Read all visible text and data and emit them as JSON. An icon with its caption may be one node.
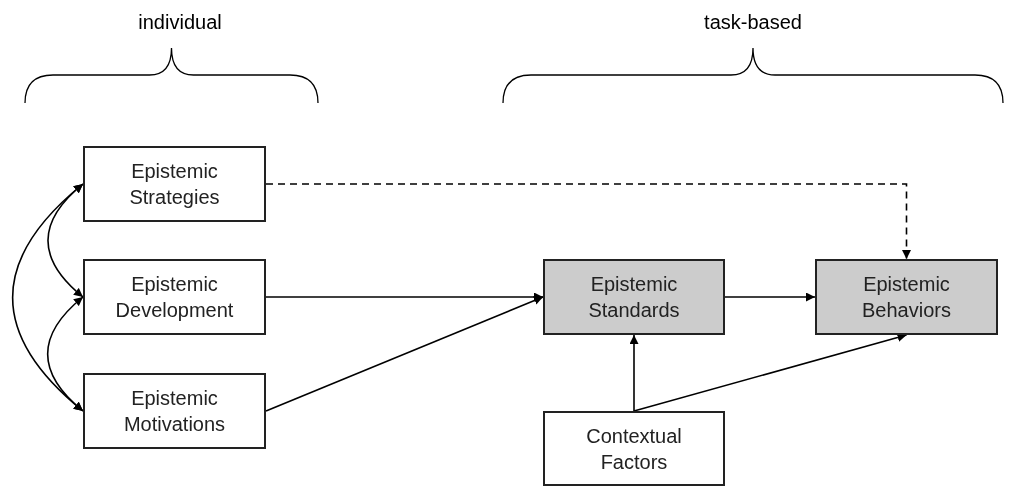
{
  "diagram": {
    "nodes": [
      {
        "text": [
          "Epistemic Strategies"
        ]
      },
      {
        "text": [
          "Epistemic Development"
        ]
      },
      {
        "text": [
          "Epistemic Motivations"
        ]
      },
      {
        "text": [
          "Epistemic Standards"
        ]
      },
      {
        "text": [
          "Epistemic Behaviors"
        ]
      },
      {
        "text": [
          "Contextual Factors"
        ]
      }
    ],
    "edges": [
      {
        "from": 0,
        "to": 4,
        "arrow": "to",
        "style": "dashed"
      },
      {
        "from": 1,
        "to": 3,
        "arrow": "to"
      },
      {
        "from": 2,
        "to": 3,
        "arrow": "to"
      },
      {
        "from": 3,
        "to": 4,
        "arrow": "to"
      },
      {
        "from": 5,
        "to": 3,
        "arrow": "to"
      },
      {
        "from": 5,
        "to": 4,
        "arrow": "to"
      },
      {
        "from": 0,
        "to": 1,
        "arrow": "both"
      },
      {
        "from": 1,
        "to": 2,
        "arrow": "both"
      },
      {
        "from": 0,
        "to": 2,
        "arrow": "both"
      }
    ],
    "labels": [
      "individual",
      "task-based"
    ]
  }
}
